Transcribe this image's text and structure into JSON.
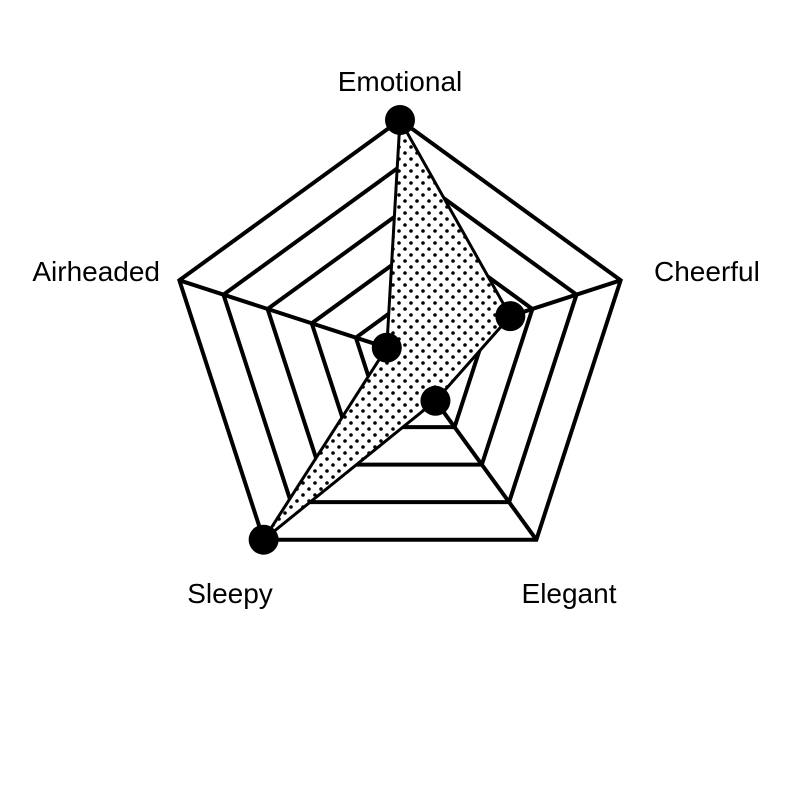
{
  "chart_data": {
    "type": "radar",
    "axes": [
      "Emotional",
      "Cheerful",
      "Elegant",
      "Sleepy",
      "Airheaded"
    ],
    "values": [
      5,
      2.5,
      1.3,
      5,
      0.3
    ],
    "range": [
      0,
      5
    ],
    "rings": 5,
    "title": "",
    "legend": "none",
    "fill_pattern": "dots",
    "colors": {
      "line": "#000000",
      "fill": "#000000",
      "background": "#ffffff"
    }
  }
}
